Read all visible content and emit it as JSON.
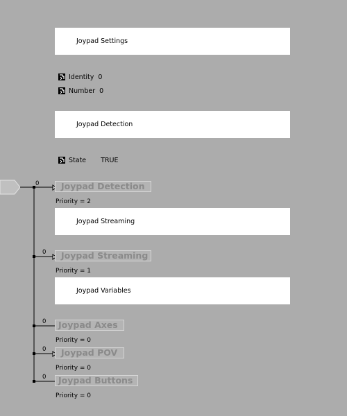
{
  "sections": {
    "settings": {
      "title": "Joypad Settings"
    },
    "detection": {
      "title": "Joypad Detection"
    },
    "streaming": {
      "title": "Joypad Streaming"
    },
    "variables": {
      "title": "Joypad Variables"
    }
  },
  "properties": {
    "identity": {
      "label": "Identity",
      "value": "0",
      "icon": "property-toggle-icon"
    },
    "number": {
      "label": "Number",
      "value": "0",
      "icon": "property-toggle-icon"
    },
    "state": {
      "label": "State",
      "value": "TRUE",
      "icon": "property-toggle-icon"
    }
  },
  "input_node": {
    "icon": "input-connector-icon"
  },
  "nodes": {
    "detection": {
      "label": "Joypad Detection",
      "port": "0",
      "priority": "Priority = 2"
    },
    "streaming": {
      "label": "Joypad Streaming",
      "port": "0",
      "priority": "Priority = 1"
    },
    "axes": {
      "label": "Joypad Axes",
      "port": "0",
      "priority": "Priority = 0"
    },
    "pov": {
      "label": "Joypad POV",
      "port": "0",
      "priority": "Priority = 0"
    },
    "buttons": {
      "label": "Joypad Buttons",
      "port": "0",
      "priority": "Priority = 0"
    }
  },
  "colors": {
    "background": "#acacac",
    "section_box": "#ffffff",
    "node_fill": "#b4b4b4",
    "node_border": "#d6d6d6",
    "node_text": "#8a8a8a",
    "wire": "#000000"
  }
}
